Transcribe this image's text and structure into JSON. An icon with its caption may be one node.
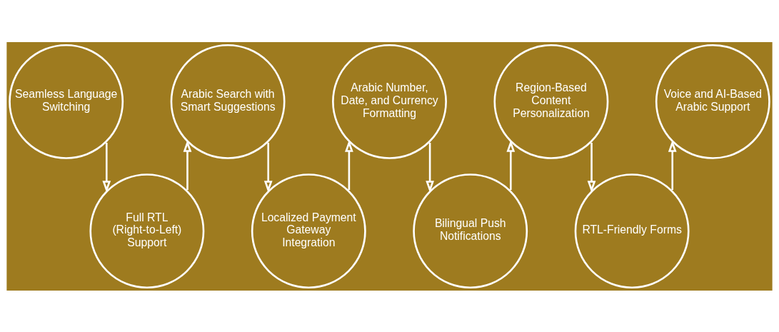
{
  "diagram": {
    "nodes": [
      {
        "text": [
          "Seamless Language Switching"
        ]
      },
      {
        "text": [
          "Full RTL (Right-to-Left) Support"
        ]
      },
      {
        "text": [
          "Arabic Search with Smart Suggestions"
        ]
      },
      {
        "text": [
          "Localized Payment Gateway Integration"
        ]
      },
      {
        "text": [
          "Arabic Number, Date, and Currency Formatting"
        ]
      },
      {
        "text": [
          "Bilingual Push Notifications"
        ]
      },
      {
        "text": [
          "Region-Based Content Personalization"
        ]
      },
      {
        "text": [
          "RTL-Friendly Forms"
        ]
      },
      {
        "text": [
          "Voice and AI-Based Arabic Support"
        ]
      }
    ],
    "edges": [
      {
        "from": 0,
        "to": 1,
        "arrow": "to"
      },
      {
        "from": 1,
        "to": 2,
        "arrow": "to"
      },
      {
        "from": 2,
        "to": 3,
        "arrow": "to"
      },
      {
        "from": 3,
        "to": 4,
        "arrow": "to"
      },
      {
        "from": 4,
        "to": 5,
        "arrow": "to"
      },
      {
        "from": 5,
        "to": 6,
        "arrow": "to"
      },
      {
        "from": 6,
        "to": 7,
        "arrow": "to"
      },
      {
        "from": 7,
        "to": 8,
        "arrow": "to"
      }
    ]
  }
}
